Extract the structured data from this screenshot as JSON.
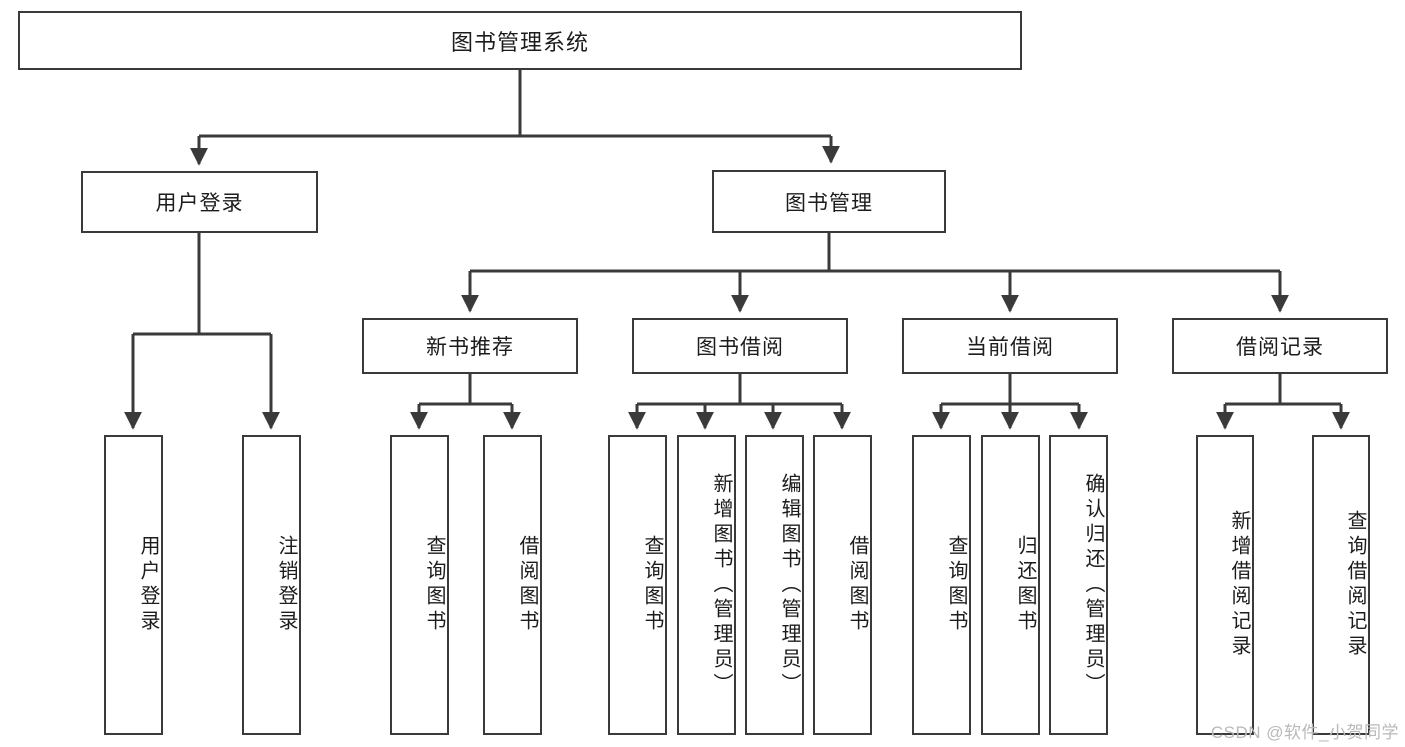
{
  "diagram": {
    "title": "图书管理系统",
    "type": "hierarchy-tree",
    "root": {
      "label": "图书管理系统"
    },
    "level1": [
      {
        "label": "用户登录"
      },
      {
        "label": "图书管理"
      }
    ],
    "level2": [
      {
        "label": "新书推荐"
      },
      {
        "label": "图书借阅"
      },
      {
        "label": "当前借阅"
      },
      {
        "label": "借阅记录"
      }
    ],
    "leaves": {
      "user_login": [
        {
          "label": "用户登录"
        },
        {
          "label": "注销登录"
        }
      ],
      "new_book_recommend": [
        {
          "label": "查询图书"
        },
        {
          "label": "借阅图书"
        }
      ],
      "book_borrow": [
        {
          "label": "查询图书"
        },
        {
          "label": "新增图书（管理员）"
        },
        {
          "label": "编辑图书（管理员）"
        },
        {
          "label": "借阅图书"
        }
      ],
      "current_borrow": [
        {
          "label": "查询图书"
        },
        {
          "label": "归还图书"
        },
        {
          "label": "确认归还（管理员）"
        }
      ],
      "borrow_record": [
        {
          "label": "新增借阅记录"
        },
        {
          "label": "查询借阅记录"
        }
      ]
    }
  },
  "watermark": {
    "text": "CSDN @软件_小贺同学"
  },
  "colors": {
    "stroke": "#3a3a3a",
    "text": "#1c1c1c",
    "background": "#ffffff",
    "watermark": "#b9b9b9"
  }
}
